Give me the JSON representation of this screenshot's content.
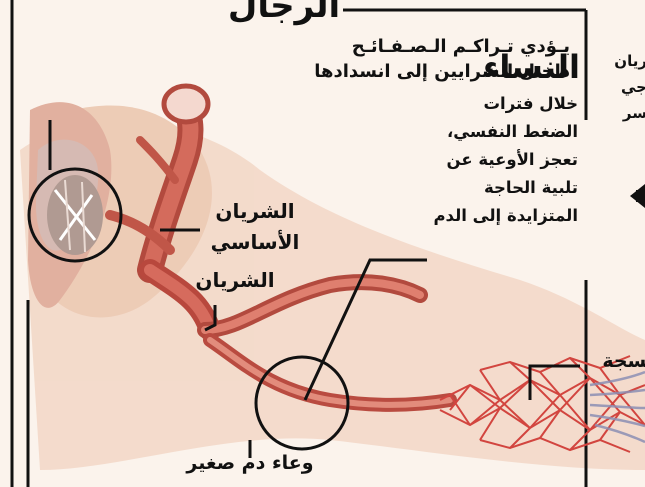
{
  "men": {
    "title": "الرجال",
    "description": "يـؤدي تـراكـم الـصـفـائـح داخـل الشرايين إلى انسدادها"
  },
  "women": {
    "title": "النساء",
    "description": "خلال فترات الضغط النفسي، تعجز الأوعية عن تلبية الحاجة المتزايدة إلى الدم"
  },
  "labels": {
    "main_artery": "الشريان الأساسي",
    "artery": "الشريان",
    "small_vessel": "وعاء دم صغير",
    "tissue": "نسجة"
  },
  "cut_off": [
    "ريان",
    "جي",
    "سر"
  ],
  "colors": {
    "tissue_bg": "#e9c3ad",
    "artery": "#c9574a",
    "capillary": "#d2453f",
    "fiber": "#8c8fb4"
  }
}
